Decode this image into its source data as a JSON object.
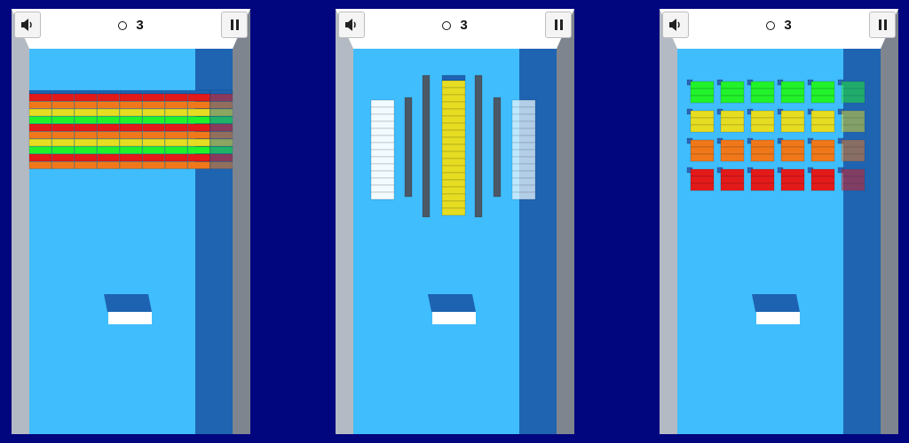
{
  "screens": [
    {
      "id": "rainbow",
      "balls_left": "3",
      "sound_icon": "speaker-icon",
      "pause_icon": "pause-icon",
      "ball_icon": "ball-outline-icon"
    },
    {
      "id": "columns",
      "balls_left": "3",
      "sound_icon": "speaker-icon",
      "pause_icon": "pause-icon",
      "ball_icon": "ball-outline-icon"
    },
    {
      "id": "grid",
      "balls_left": "3",
      "sound_icon": "speaker-icon",
      "pause_icon": "pause-icon",
      "ball_icon": "ball-outline-icon"
    }
  ],
  "colors": {
    "background": "#01057e",
    "floor": "#40bdfc",
    "floor_shadow": "#1a55a3",
    "wall_light": "#b4bac3",
    "wall_dark": "#7e858e",
    "paddle_top": "#1e63b2",
    "paddle_front": "#ffffff",
    "brick_red": "#e31a1a",
    "brick_orange": "#f0781a",
    "brick_yellow": "#e6dc22",
    "brick_green": "#22f22a",
    "brick_white": "#f2fbff",
    "pillar_dark": "#4b5866"
  }
}
